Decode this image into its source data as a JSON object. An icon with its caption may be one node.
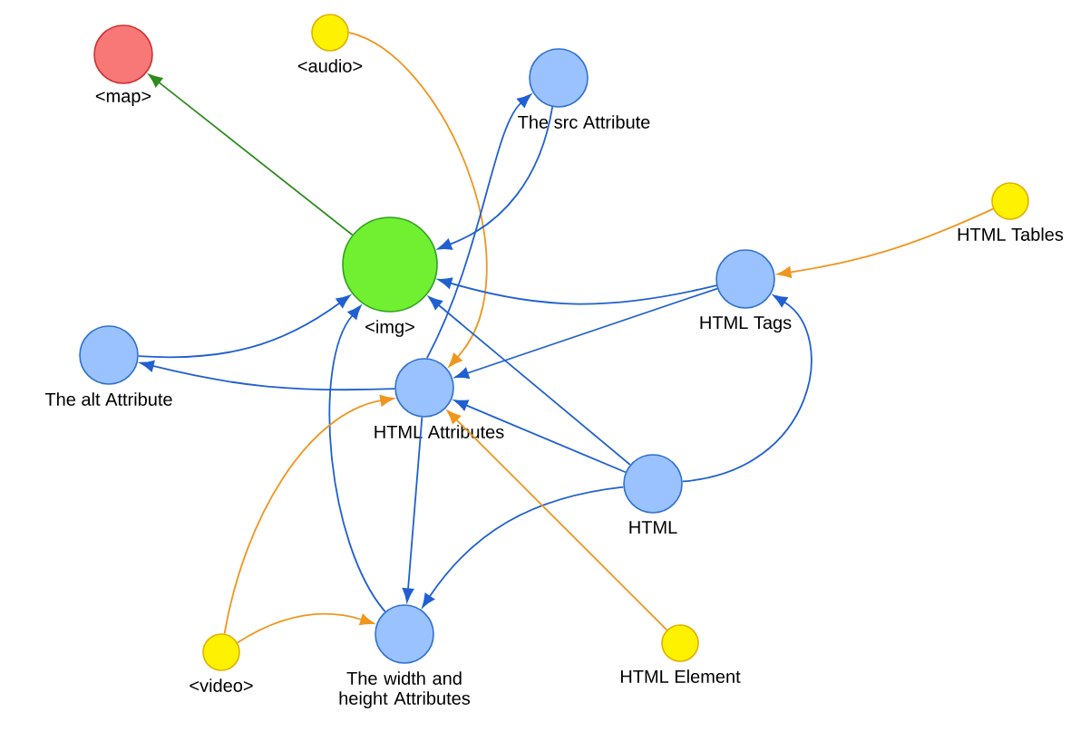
{
  "diagram": {
    "nodes": [
      {
        "text": [
          "<map>"
        ]
      },
      {
        "text": [
          "<audio>"
        ]
      },
      {
        "text": [
          "The src Attribute"
        ]
      },
      {
        "text": [
          "<img>"
        ]
      },
      {
        "text": [
          "HTML Tables"
        ]
      },
      {
        "text": [
          "HTML Tags"
        ]
      },
      {
        "text": [
          "The alt Attribute"
        ]
      },
      {
        "text": [
          "HTML Attributes"
        ]
      },
      {
        "text": [
          "HTML"
        ]
      },
      {
        "text": [
          "<video>"
        ]
      },
      {
        "text": [
          "The width and height Attributes"
        ]
      },
      {
        "text": [
          "HTML Element"
        ]
      }
    ],
    "edges": [
      {
        "from": 3,
        "to": 0,
        "arrow": "to",
        "color": "#2e8b1e"
      },
      {
        "from": 1,
        "to": 7,
        "arrow": "to",
        "color": "#f0961e"
      },
      {
        "from": 2,
        "to": 3,
        "arrow": "to"
      },
      {
        "from": 7,
        "to": 2,
        "arrow": "to"
      },
      {
        "from": 5,
        "to": 3,
        "arrow": "to"
      },
      {
        "from": 5,
        "to": 7,
        "arrow": "to"
      },
      {
        "from": 4,
        "to": 5,
        "arrow": "to",
        "color": "#f0961e"
      },
      {
        "from": 6,
        "to": 3,
        "arrow": "to"
      },
      {
        "from": 7,
        "to": 6,
        "arrow": "to"
      },
      {
        "from": 8,
        "to": 3,
        "arrow": "to"
      },
      {
        "from": 8,
        "to": 7,
        "arrow": "to"
      },
      {
        "from": 8,
        "to": 5,
        "arrow": "to"
      },
      {
        "from": 8,
        "to": 10,
        "arrow": "to"
      },
      {
        "from": 7,
        "to": 10,
        "arrow": "to"
      },
      {
        "from": 10,
        "to": 3,
        "arrow": "to"
      },
      {
        "from": 9,
        "to": 7,
        "arrow": "to",
        "color": "#f0961e"
      },
      {
        "from": 9,
        "to": 10,
        "arrow": "to",
        "color": "#f0961e"
      },
      {
        "from": 11,
        "to": 7,
        "arrow": "to",
        "color": "#f0961e"
      }
    ]
  }
}
